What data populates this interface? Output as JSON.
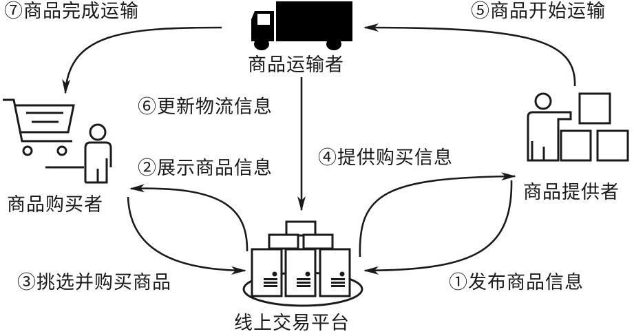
{
  "diagram": {
    "type": "flow",
    "nodes": {
      "transporter": {
        "label": "商品运输者",
        "icon": "truck-icon"
      },
      "buyer": {
        "label": "商品购买者",
        "icon": "shopping-cart-person-icon"
      },
      "provider": {
        "label": "商品提供者",
        "icon": "person-boxes-icon"
      },
      "platform": {
        "label": "线上交易平台",
        "icon": "server-cluster-icon"
      }
    },
    "steps": [
      {
        "id": 1,
        "label": "①发布商品信息",
        "from": "provider",
        "to": "platform"
      },
      {
        "id": 2,
        "label": "②展示商品信息",
        "from": "platform",
        "to": "buyer"
      },
      {
        "id": 3,
        "label": "③挑选并购买商品",
        "from": "buyer",
        "to": "platform"
      },
      {
        "id": 4,
        "label": "④提供购买信息",
        "from": "platform",
        "to": "provider"
      },
      {
        "id": 5,
        "label": "⑤商品开始运输",
        "from": "provider",
        "to": "transporter"
      },
      {
        "id": 6,
        "label": "⑥更新物流信息",
        "from": "transporter",
        "to": "platform"
      },
      {
        "id": 7,
        "label": "⑦商品完成运输",
        "from": "transporter",
        "to": "buyer"
      }
    ],
    "colors": {
      "line": "#1a1a1a",
      "background": "#ffffff"
    }
  }
}
